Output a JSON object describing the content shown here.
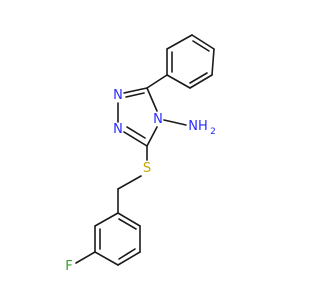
{
  "molecule": {
    "atom_labels": {
      "n1": "N",
      "n2": "N",
      "n4": "N",
      "amine": "NH",
      "amine_subscript": "2",
      "sulfur": "S",
      "fluorine": "F"
    },
    "colors": {
      "bond": "#1a1a1a",
      "nitrogen": "#2a2aff",
      "sulfur": "#c8a800",
      "fluorine": "#33a02c"
    }
  }
}
